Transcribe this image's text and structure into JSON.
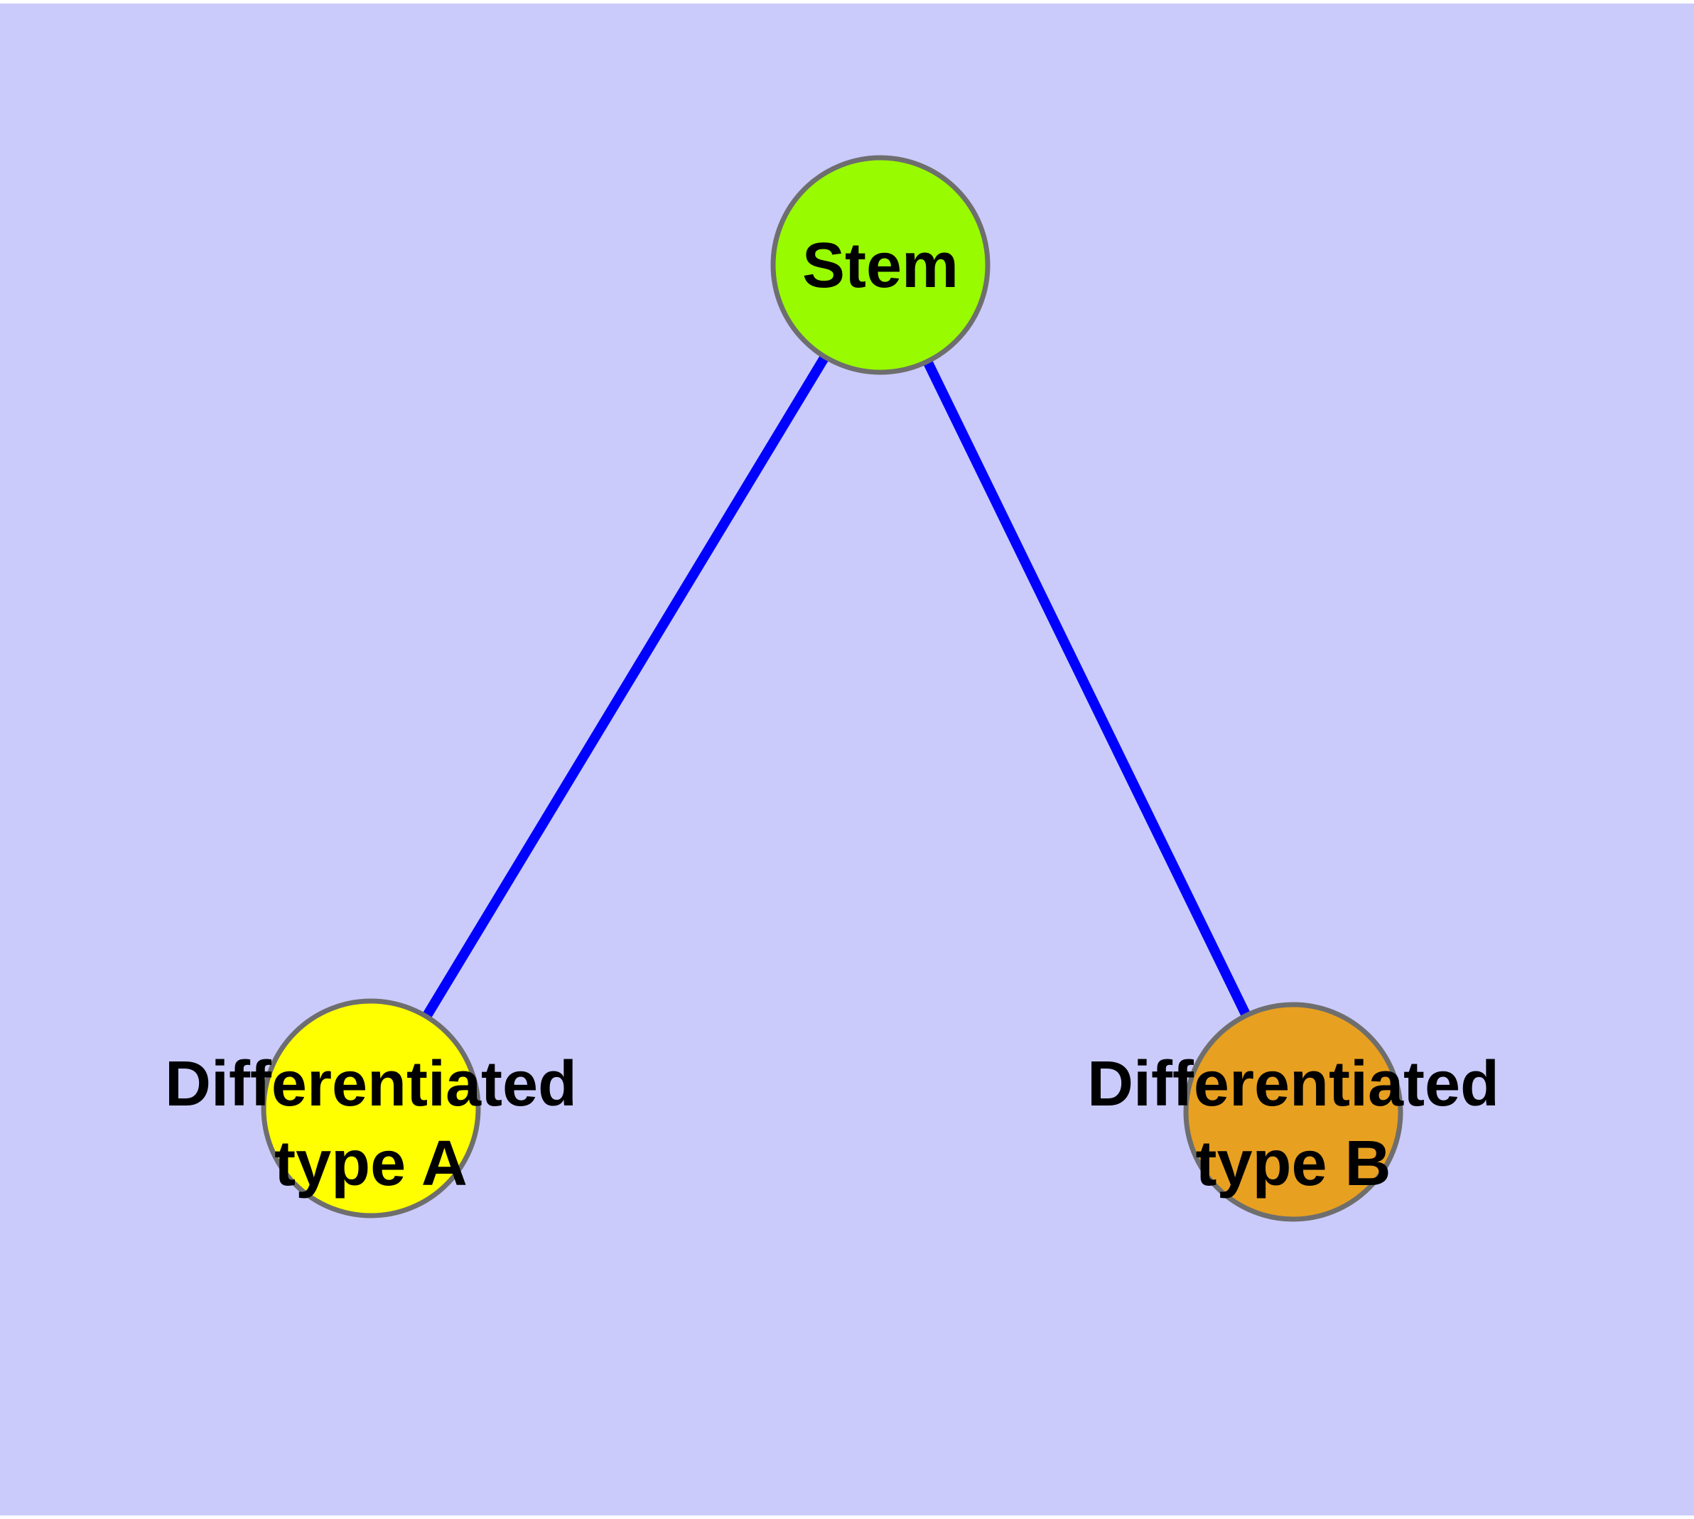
{
  "diagram": {
    "type": "node-link-graph",
    "colors": {
      "page_margin": "#FFFFFF",
      "background": "#CACBFB",
      "edge": "#0000FF",
      "node_border": "#6E6E6E",
      "label": "#000000",
      "stem_fill": "#98FB00",
      "type_a_fill": "#FFFF00",
      "type_b_fill": "#E8A020"
    },
    "nodes": {
      "stem": {
        "label": "Stem"
      },
      "type_a": {
        "label_line1": "Differentiated",
        "label_line2": "type A"
      },
      "type_b": {
        "label_line1": "Differentiated",
        "label_line2": "type B"
      }
    },
    "edges": [
      {
        "from": "Stem",
        "to": "Differentiated type A"
      },
      {
        "from": "Stem",
        "to": "Differentiated type B"
      }
    ]
  }
}
